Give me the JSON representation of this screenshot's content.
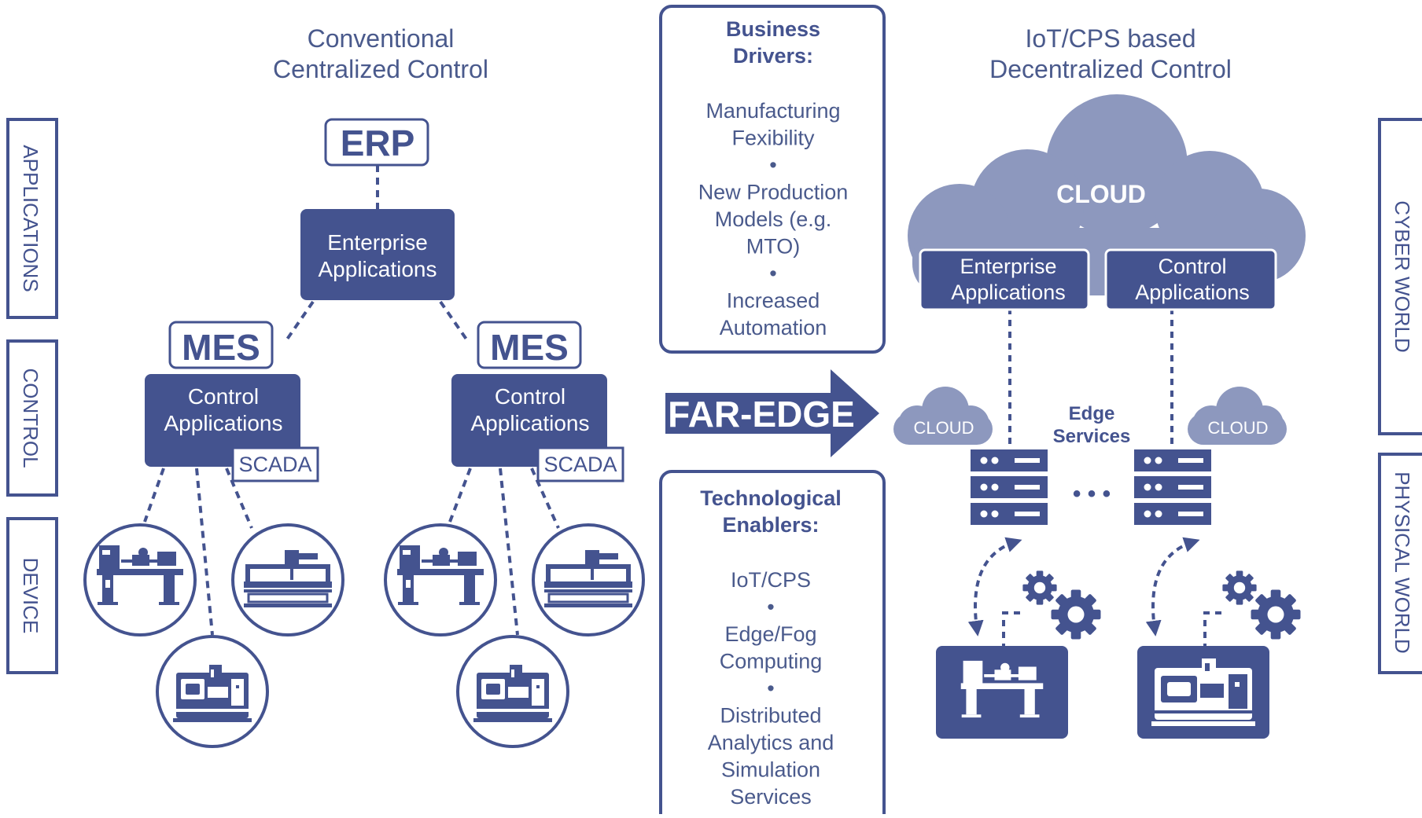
{
  "colors": {
    "primary": "#44538f",
    "text": "#4a5a8c",
    "cloud": "#8d98be",
    "white": "#ffffff"
  },
  "left": {
    "heading_line1": "Conventional",
    "heading_line2": "Centralized Control",
    "erp": "ERP",
    "enterprise_line1": "Enterprise",
    "enterprise_line2": "Applications",
    "mes": "MES",
    "control_line1": "Control",
    "control_line2": "Applications",
    "scada": "SCADA"
  },
  "side_labels": {
    "applications": "APPLICATIONS",
    "control": "CONTROL",
    "device": "DEVICE",
    "cyber_world": "CYBER WORLD",
    "physical_world": "PHYSICAL WORLD"
  },
  "center": {
    "business_title_line1": "Business",
    "business_title_line2": "Drivers:",
    "business_items": [
      "Manufacturing",
      "Fexibility",
      "•",
      "New Production",
      "Models (e.g.",
      "MTO)",
      "•",
      "Increased",
      "Automation"
    ],
    "far_edge": "FAR-EDGE",
    "tech_title_line1": "Technological",
    "tech_title_line2": "Enablers:",
    "tech_items": [
      "IoT/CPS",
      "•",
      "Edge/Fog",
      "Computing",
      "•",
      "Distributed",
      "Analytics and",
      "Simulation",
      "Services"
    ]
  },
  "right": {
    "heading_line1": "IoT/CPS based",
    "heading_line2": "Decentralized Control",
    "cloud_label": "CLOUD",
    "enterprise_line1": "Enterprise",
    "enterprise_line2": "Applications",
    "control_line1": "Control",
    "control_line2": "Applications",
    "small_cloud_left": "CLOUD",
    "small_cloud_right": "CLOUD",
    "edge_line1": "Edge",
    "edge_line2": "Services",
    "ellipsis": "• • •"
  }
}
